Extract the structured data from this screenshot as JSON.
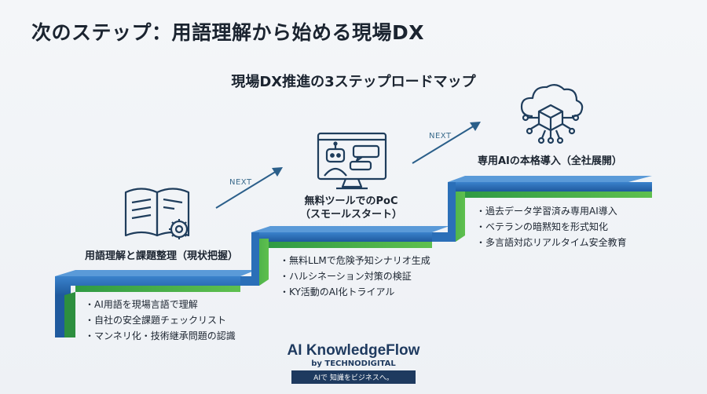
{
  "title": "次のステップ：用語理解から始める現場DX",
  "subtitle": "現場DX推進の3ステップロードマップ",
  "colors": {
    "blue": "#2b6fb8",
    "blue_dark": "#1f4f8f",
    "green": "#3aa84a",
    "navy": "#1e3a5f",
    "icon": "#1f3d5c"
  },
  "steps": [
    {
      "icon": "open-book-gear-icon",
      "label_lines": [
        "用語理解と課題整理（現状把握）"
      ],
      "bullets": [
        "AI用語を現場言語で理解",
        "自社の安全課題チェックリスト",
        "マンネリ化・技術継承問題の認識"
      ]
    },
    {
      "icon": "monitor-robot-chat-icon",
      "label_lines": [
        "無料ツールでのPoC",
        "（スモールスタート）"
      ],
      "bullets": [
        "無料LLMで危険予知シナリオ生成",
        "ハルシネーション対策の検証",
        "KY活動のAI化トライアル"
      ]
    },
    {
      "icon": "cloud-network-cube-icon",
      "label_lines": [
        "専用AIの本格導入（全社展開）"
      ],
      "bullets": [
        "過去データ学習済み専用AI導入",
        "ベテランの暗黙知を形式知化",
        "多言語対応リアルタイム安全教育"
      ]
    }
  ],
  "next_labels": [
    "NEXT",
    "NEXT"
  ],
  "logo": {
    "name": "AI KnowledgeFlow",
    "by": "by TECHNODIGITAL",
    "tagline": "AIで 知識をビジネスへ。"
  }
}
